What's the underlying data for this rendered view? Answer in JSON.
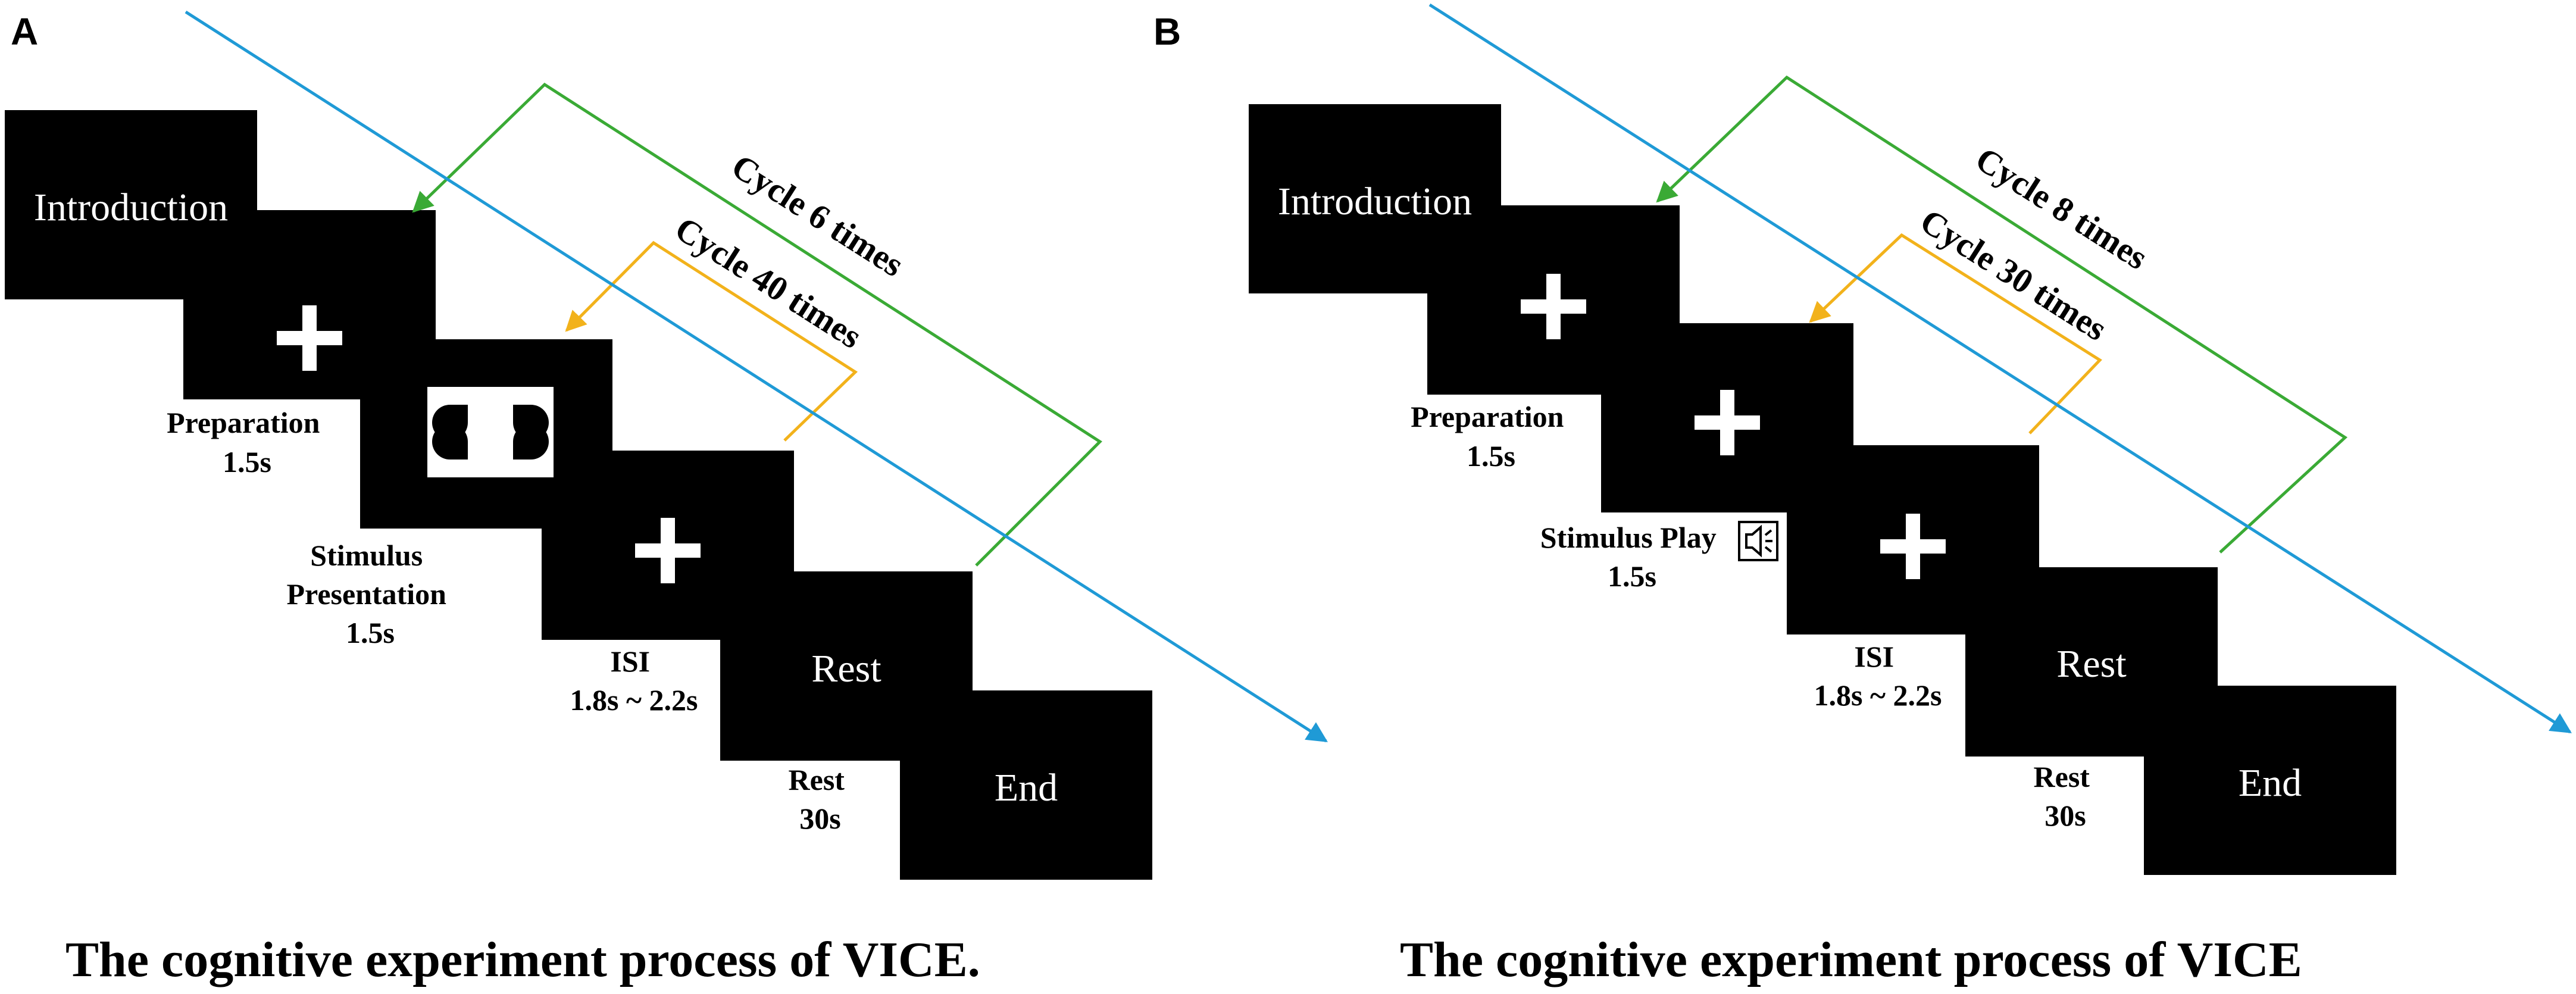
{
  "panels": [
    {
      "id": "A",
      "letter": "A",
      "caption": "The cognitive experiment process of VICE.",
      "boxes": {
        "intro": "Introduction",
        "rest": "Rest",
        "end": "End"
      },
      "labels": {
        "prep": [
          "Preparation",
          "1.5s"
        ],
        "stim": [
          "Stimulus",
          "Presentation",
          "1.5s"
        ],
        "isi": [
          "ISI",
          "1.8s ~ 2.2s"
        ],
        "rest": [
          "Rest",
          "30s"
        ]
      },
      "outer_cycle": "Cycle 6 times",
      "inner_cycle": "Cycle 40 times"
    },
    {
      "id": "B",
      "letter": "B",
      "caption": "The cognitive experiment process of VICE",
      "boxes": {
        "intro": "Introduction",
        "rest": "Rest",
        "end": "End"
      },
      "labels": {
        "prep": [
          "Preparation",
          "1.5s"
        ],
        "stim": [
          "Stimulus Play",
          "1.5s"
        ],
        "isi": [
          "ISI",
          "1.8s ~ 2.2s"
        ],
        "rest": [
          "Rest",
          "30s"
        ]
      },
      "outer_cycle": "Cycle 8 times",
      "inner_cycle": "Cycle 30 times"
    }
  ],
  "colors": {
    "timeline": "#1f9ad6",
    "outer_loop": "#3aaa35",
    "inner_loop": "#f2b21b",
    "box": "#000000",
    "text_on_box": "#ffffff"
  },
  "icons": {
    "stimulus_a": "four-quadrant-target-icon",
    "stimulus_b": "speaker-icon",
    "fixation": "plus-icon"
  }
}
